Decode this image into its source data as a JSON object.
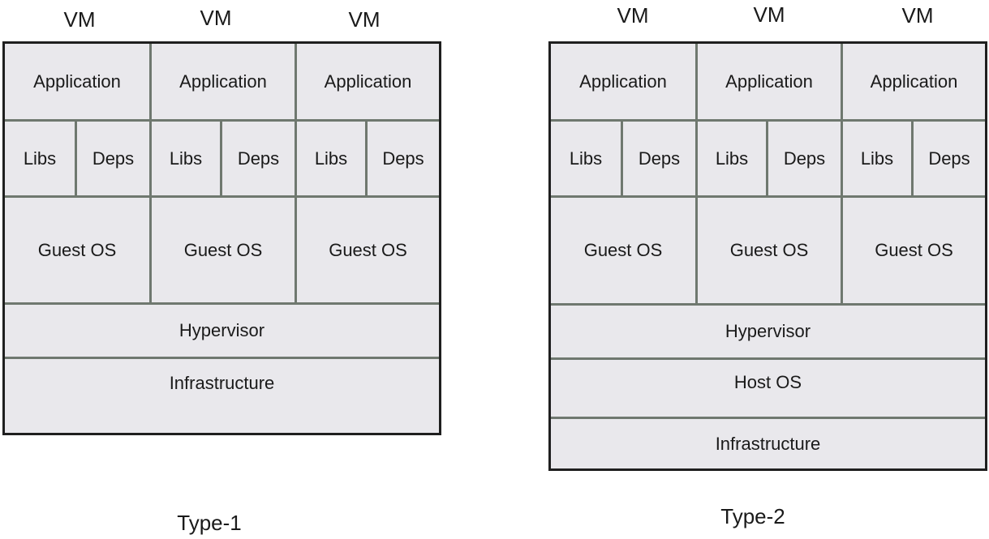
{
  "type1": {
    "caption": "Type-1",
    "vm_labels": [
      "VM",
      "VM",
      "VM"
    ],
    "vms": [
      {
        "application": "Application",
        "libs": "Libs",
        "deps": "Deps",
        "guest_os": "Guest OS"
      },
      {
        "application": "Application",
        "libs": "Libs",
        "deps": "Deps",
        "guest_os": "Guest OS"
      },
      {
        "application": "Application",
        "libs": "Libs",
        "deps": "Deps",
        "guest_os": "Guest OS"
      }
    ],
    "hypervisor": "Hypervisor",
    "infrastructure": "Infrastructure"
  },
  "type2": {
    "caption": "Type-2",
    "vm_labels": [
      "VM",
      "VM",
      "VM"
    ],
    "vms": [
      {
        "application": "Application",
        "libs": "Libs",
        "deps": "Deps",
        "guest_os": "Guest OS"
      },
      {
        "application": "Application",
        "libs": "Libs",
        "deps": "Deps",
        "guest_os": "Guest OS"
      },
      {
        "application": "Application",
        "libs": "Libs",
        "deps": "Deps",
        "guest_os": "Guest OS"
      }
    ],
    "hypervisor": "Hypervisor",
    "host_os": "Host OS",
    "infrastructure": "Infrastructure"
  },
  "colors": {
    "block_fill": "#e9e8ec",
    "divider": "#6f786f",
    "outline": "#1f1f1f"
  }
}
